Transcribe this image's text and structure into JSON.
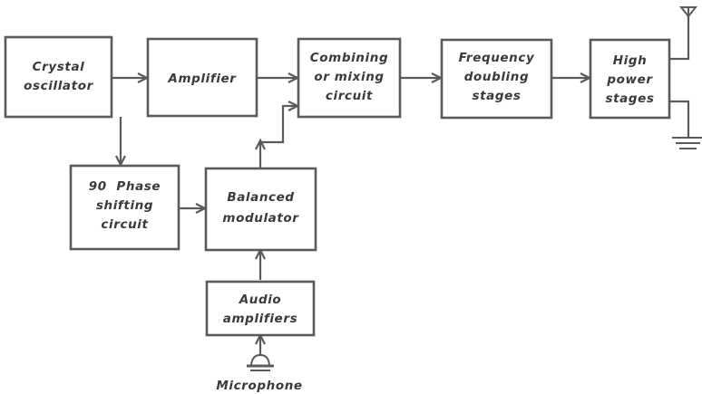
{
  "blocks": {
    "crystal_oscillator": [
      "Crystal",
      "oscillator"
    ],
    "amplifier": [
      "Amplifier"
    ],
    "combining_circuit": [
      "Combining",
      "or mixing",
      "circuit"
    ],
    "frequency_doubling": [
      "Frequency",
      "doubling",
      "stages"
    ],
    "high_power": [
      "High",
      "power",
      "stages"
    ],
    "phase_shifting": [
      "90  Phase",
      "shifting",
      "circuit"
    ],
    "balanced_modulator": [
      "Balanced",
      "modulator"
    ],
    "audio_amplifiers": [
      "Audio",
      "amplifiers"
    ]
  },
  "microphone_label": "Microphone",
  "icons": [
    "antenna-icon",
    "ground-icon",
    "microphone-icon"
  ]
}
